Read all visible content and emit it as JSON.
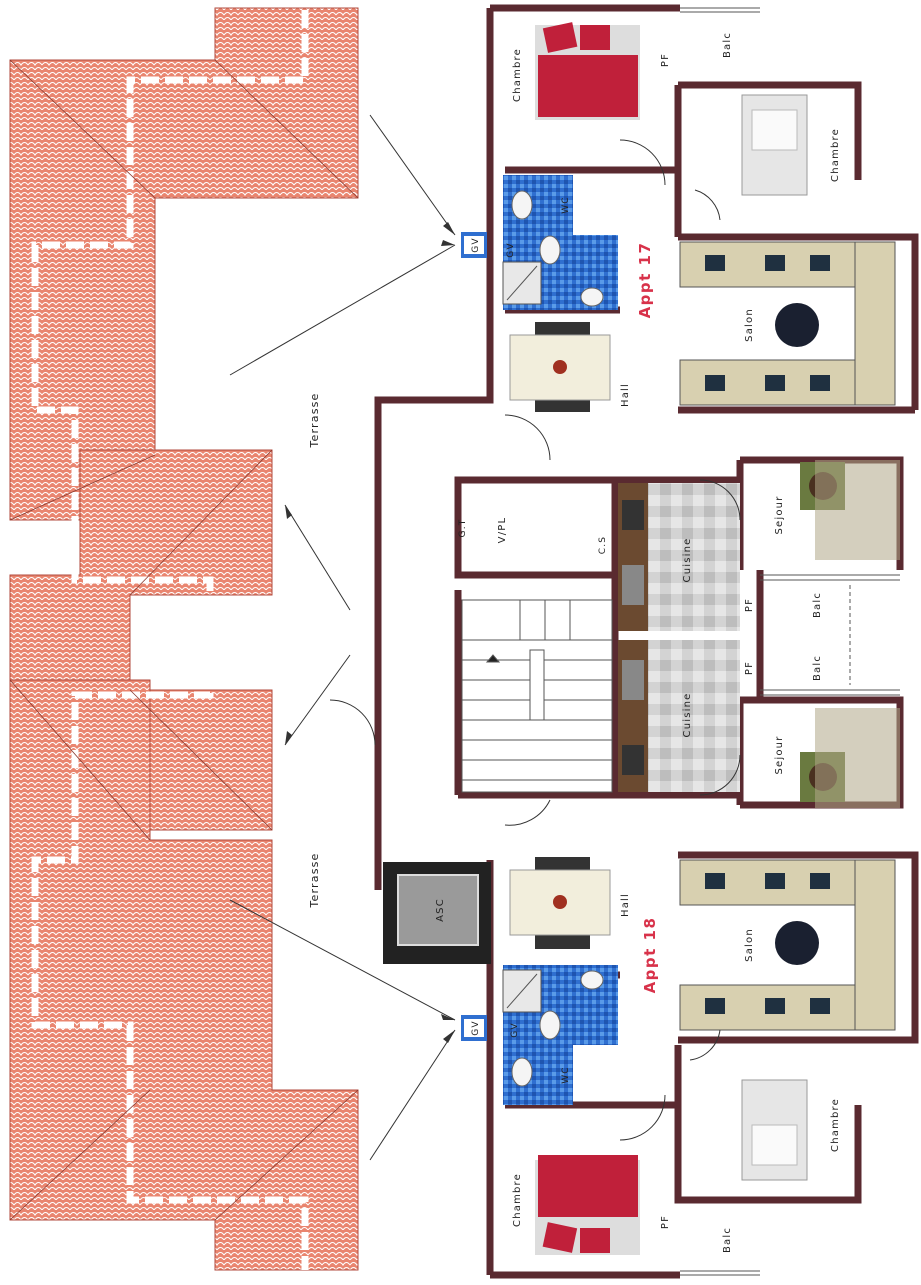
{
  "colors": {
    "wall": "#5a2a30",
    "roof": "#e8826e",
    "roof_line": "#ffffff",
    "apt_label": "#d8324a",
    "wet_tile": "#2f6fd0",
    "floor": "#ffffff"
  },
  "labels": {
    "terrasse_top": "Terrasse",
    "terrasse_bottom": "Terrasse",
    "appt17": "Appt 17",
    "appt18": "Appt 18",
    "chambre": "Chambre",
    "salon": "Salon",
    "hall": "Hall",
    "sejour": "Sejour",
    "cuisine": "Cuisine",
    "balc": "Balc",
    "pf": "PF",
    "gv": "GV",
    "wc": "WC",
    "vpl": "V/PL",
    "gt": "G.T",
    "cs": "C.S",
    "asc": "ASC"
  },
  "icons": {
    "roof": "tiled-roof-hatch",
    "bed": "bed-icon",
    "sofa": "sofa-icon",
    "table": "dining-table-icon",
    "stairs": "stairs-icon",
    "elevator": "elevator-icon",
    "toilet": "toilet-icon"
  }
}
